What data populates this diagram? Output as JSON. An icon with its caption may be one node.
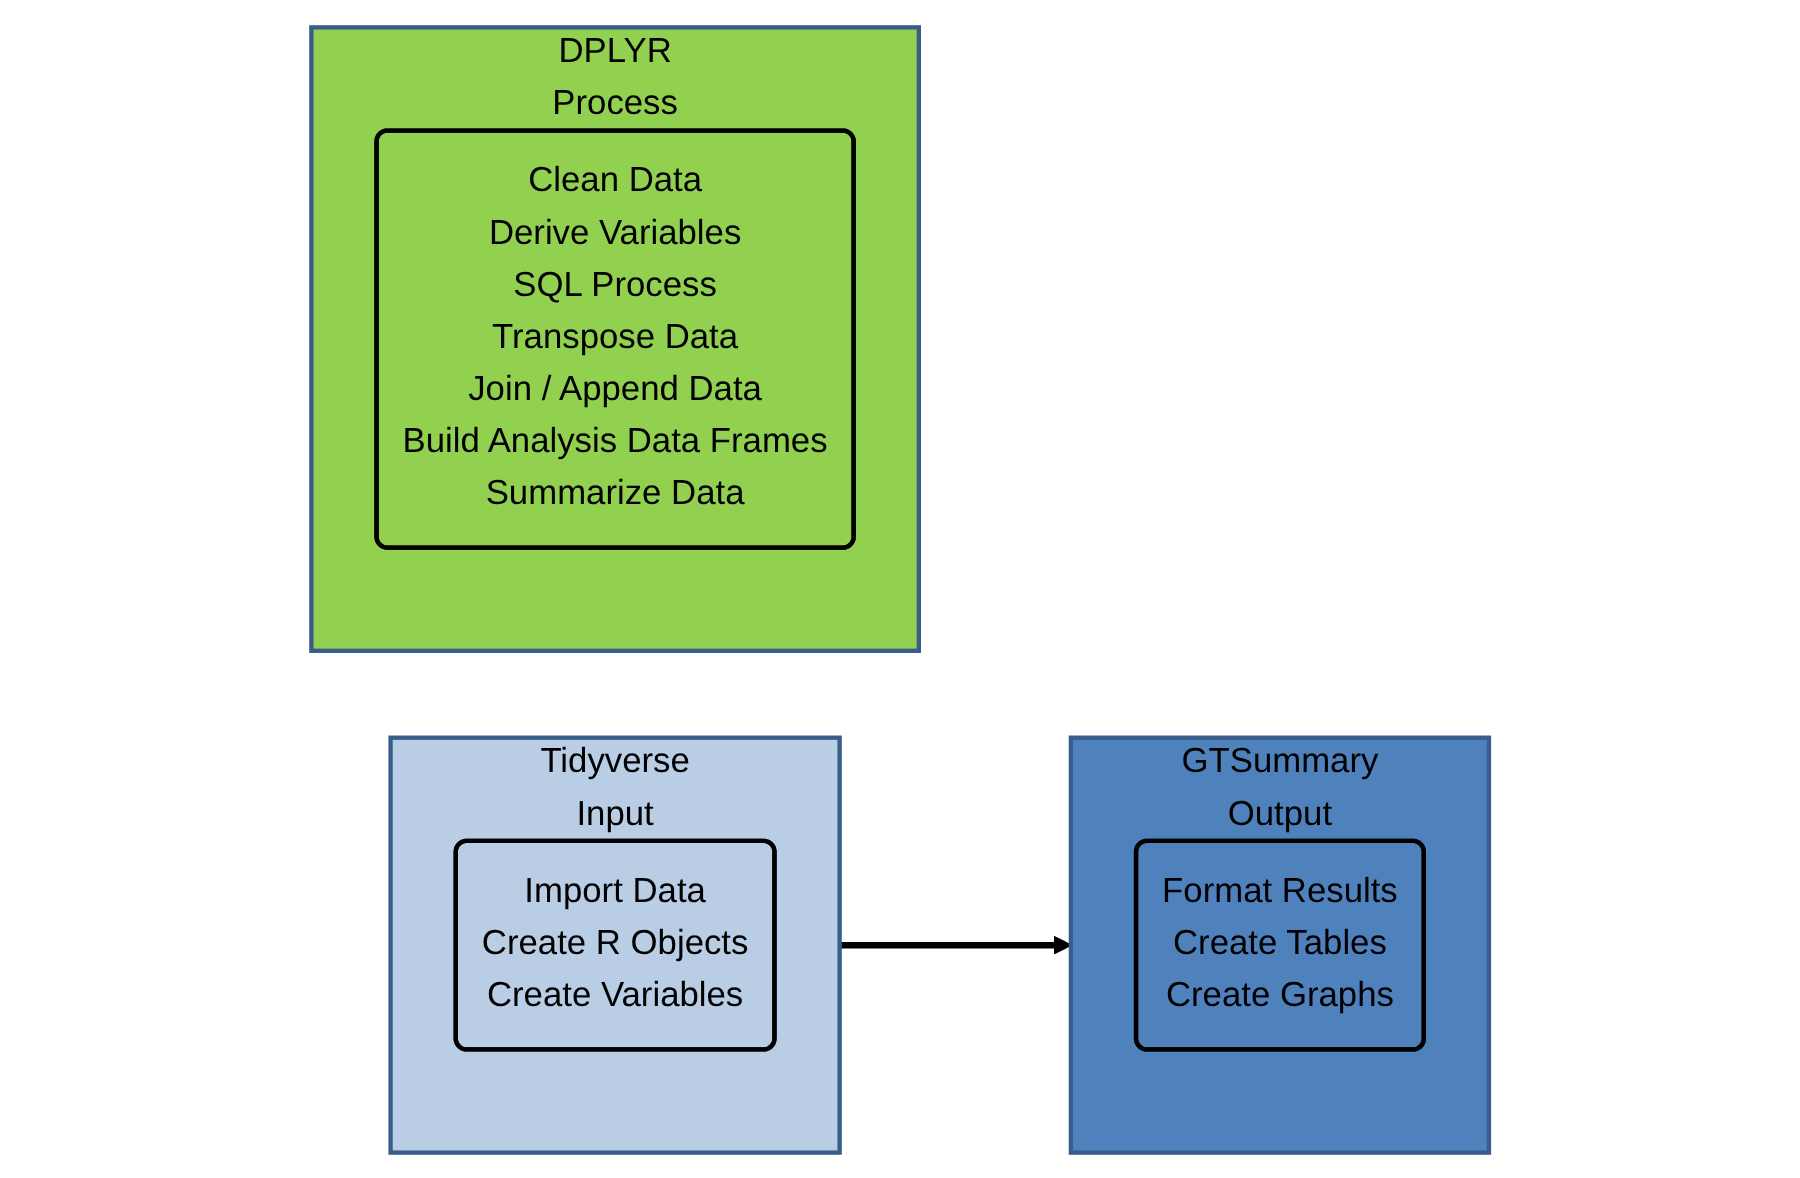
{
  "diagram": {
    "nodes": [
      {
        "text": [
          "Tidyverse",
          "Input"
        ]
      },
      {
        "text": [
          "Import Data",
          "Create R Objects",
          "Create Variables"
        ],
        "in": 0
      },
      {
        "text": [
          "DPLYR",
          "Process"
        ]
      },
      {
        "text": [
          "Clean Data",
          "Derive Variables",
          "SQL Process",
          "Transpose Data",
          "Join / Append Data",
          "Build Analysis Data Frames",
          "Summarize Data"
        ],
        "in": 2
      },
      {
        "text": [
          "GTSummary",
          "Output"
        ]
      },
      {
        "text": [
          "Format Results",
          "Create Tables",
          "Create Graphs"
        ],
        "in": 4
      }
    ],
    "edges": [
      {
        "from": 0,
        "to": 4,
        "arrow": "to"
      }
    ]
  }
}
